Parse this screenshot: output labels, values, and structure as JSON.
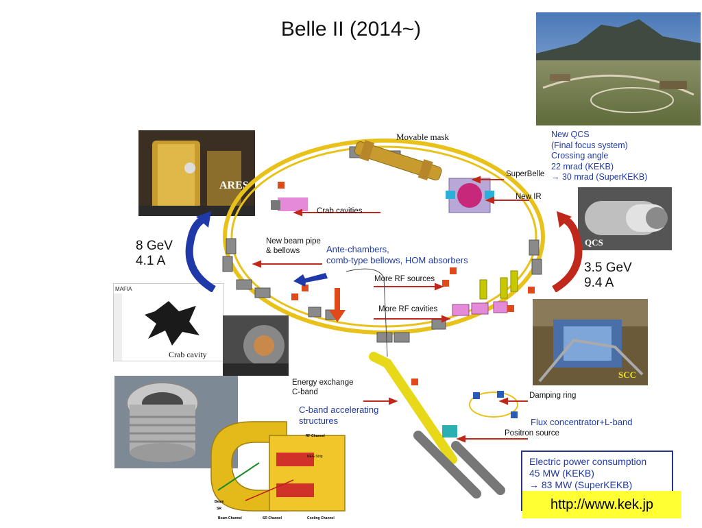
{
  "title": "Belle II (2014~)",
  "labels": {
    "movable_mask": "Movable mask",
    "superbelle": "SuperBelle",
    "new_ir": "New IR",
    "crab_cavities": "Crab cavities",
    "new_beam_pipe": [
      "New beam pipe",
      "& bellows"
    ],
    "ante_chambers": [
      "Ante-chambers,",
      "comb-type bellows, HOM absorbers"
    ],
    "more_rf_sources": "More RF sources",
    "more_rf_cavities": "More RF cavities",
    "energy_exchange": [
      "Energy exchange",
      "C-band"
    ],
    "c_band_structures": [
      "C-band accelerating",
      "structures"
    ],
    "damping_ring": "Damping ring",
    "flux_concentrator": "Flux concentrator+L-band",
    "positron_source": "Positron source",
    "new_qcs": [
      "New QCS",
      "(Final focus system)",
      "Crossing angle",
      "22 mrad (KEKB)",
      "→ 30 mrad (SuperKEKB)"
    ],
    "her": [
      "8 GeV",
      "4.1 A"
    ],
    "ler": [
      "3.5 GeV",
      "9.4 A"
    ],
    "ares": "ARES",
    "qcs": "QCS",
    "scc": "SCC",
    "crab_cavity": "Crab cavity",
    "mafia": "MAFIA",
    "power": [
      "Electric power consumption",
      "45 MW (KEKB)",
      "→ 83 MW (SuperKEKB)"
    ],
    "url": "http://www.kek.jp",
    "magnet_labels": [
      "RF Channel",
      "NEG Strip",
      "Beam",
      "SR",
      "Beam Channel",
      "SR Channel",
      "Cooling Channel"
    ]
  },
  "colors": {
    "ring": "#e8c21a",
    "label_blue": "#1f3aa8",
    "arrow_red": "#c0281c",
    "arrow_blue": "#1f3aa8",
    "url_bg": "#ffff33"
  }
}
